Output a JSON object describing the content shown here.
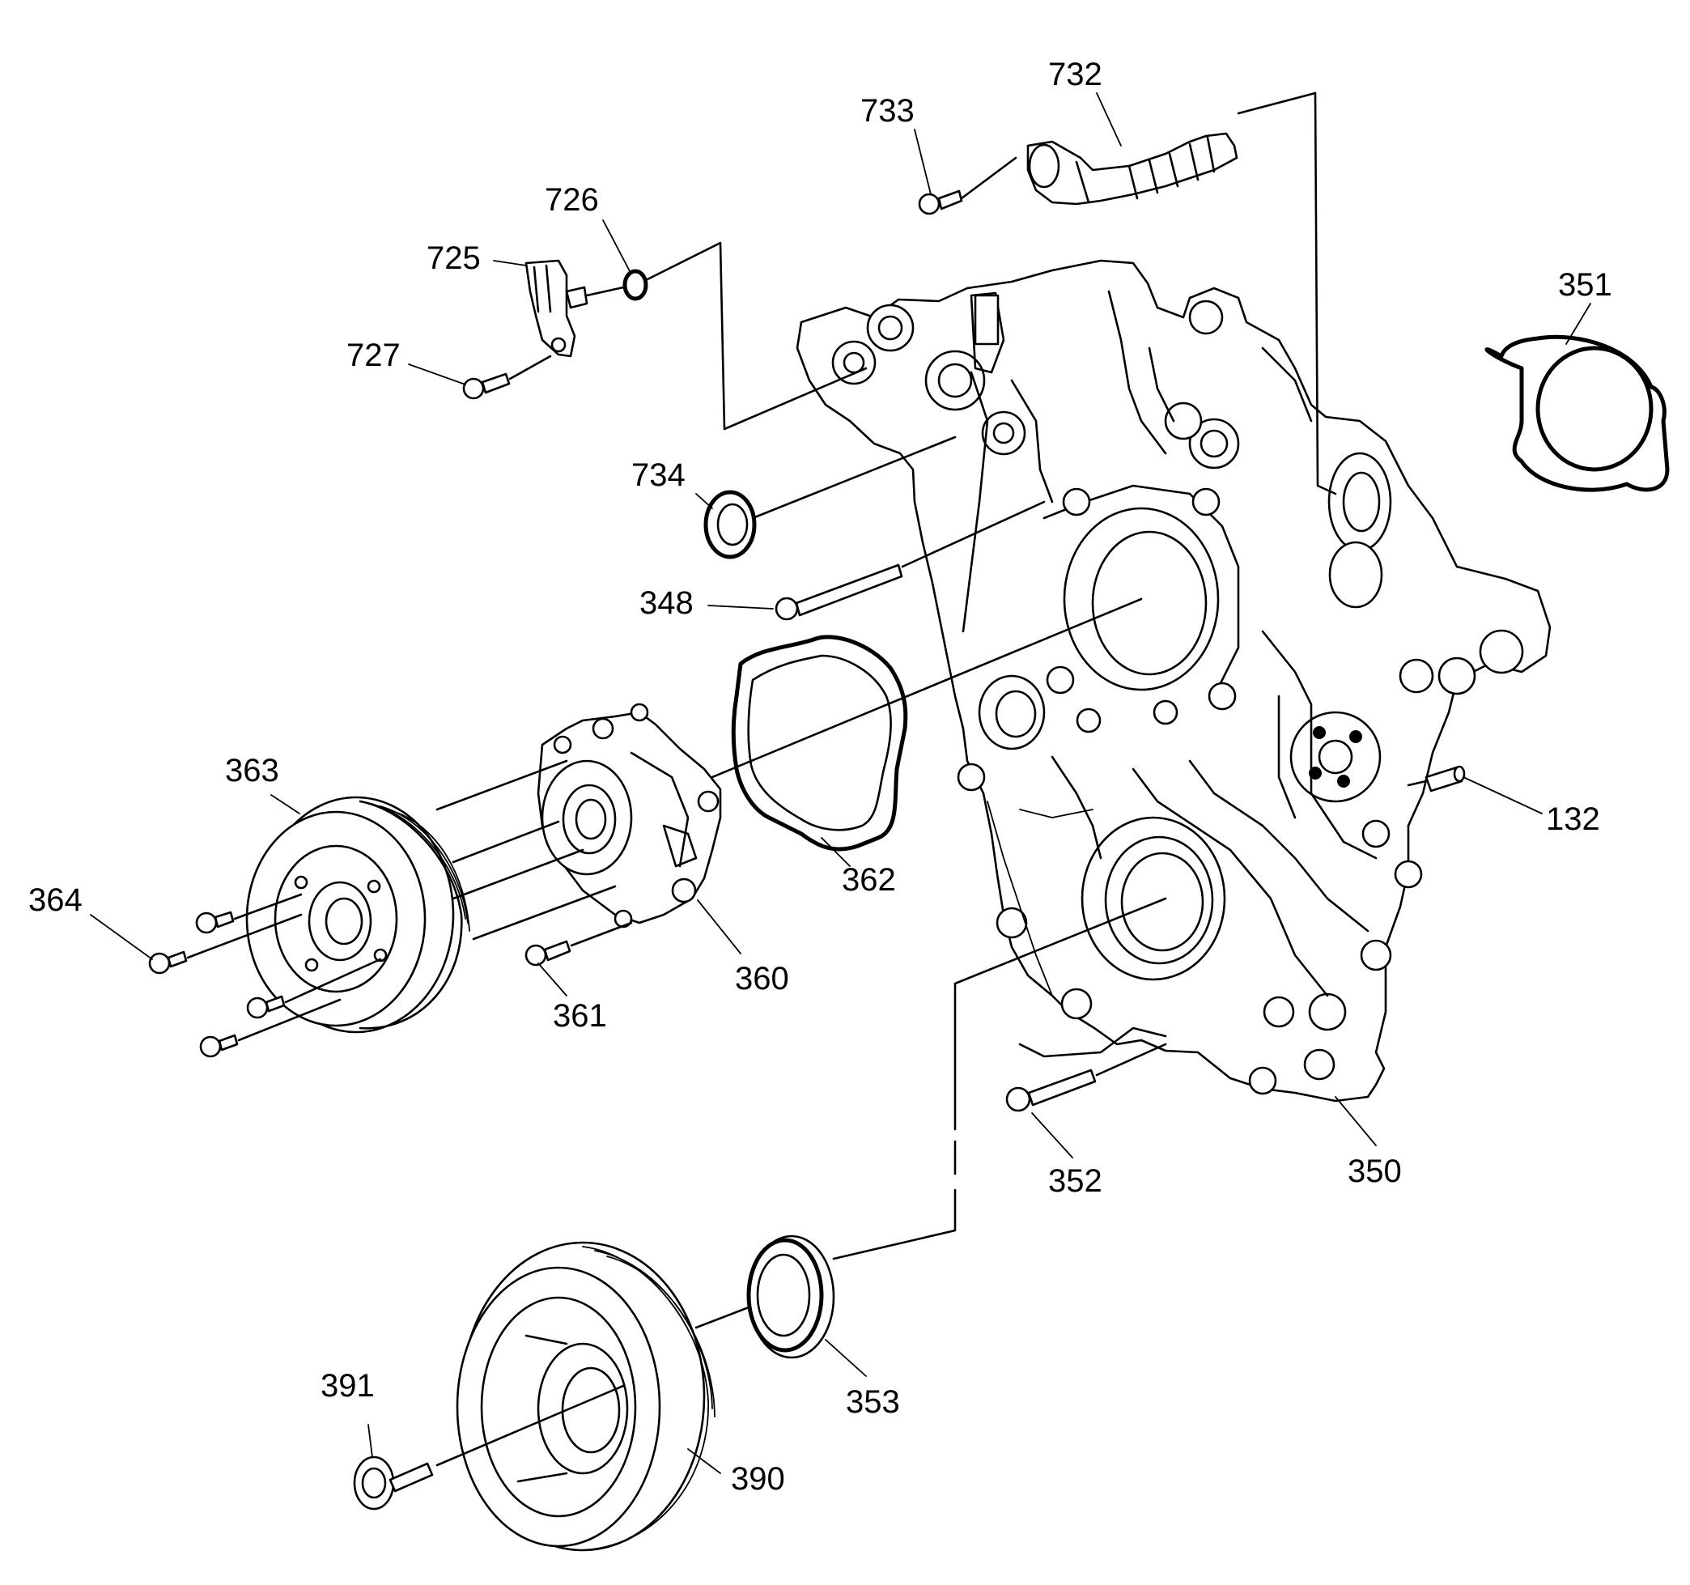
{
  "labels": [
    {
      "id": "732",
      "text": "732"
    },
    {
      "id": "733",
      "text": "733"
    },
    {
      "id": "726",
      "text": "726"
    },
    {
      "id": "725",
      "text": "725"
    },
    {
      "id": "727",
      "text": "727"
    },
    {
      "id": "351",
      "text": "351"
    },
    {
      "id": "734",
      "text": "734"
    },
    {
      "id": "348",
      "text": "348"
    },
    {
      "id": "363",
      "text": "363"
    },
    {
      "id": "364",
      "text": "364"
    },
    {
      "id": "362",
      "text": "362"
    },
    {
      "id": "132",
      "text": "132"
    },
    {
      "id": "360",
      "text": "360"
    },
    {
      "id": "361",
      "text": "361"
    },
    {
      "id": "352",
      "text": "352"
    },
    {
      "id": "350",
      "text": "350"
    },
    {
      "id": "391",
      "text": "391"
    },
    {
      "id": "353",
      "text": "353"
    },
    {
      "id": "390",
      "text": "390"
    }
  ]
}
